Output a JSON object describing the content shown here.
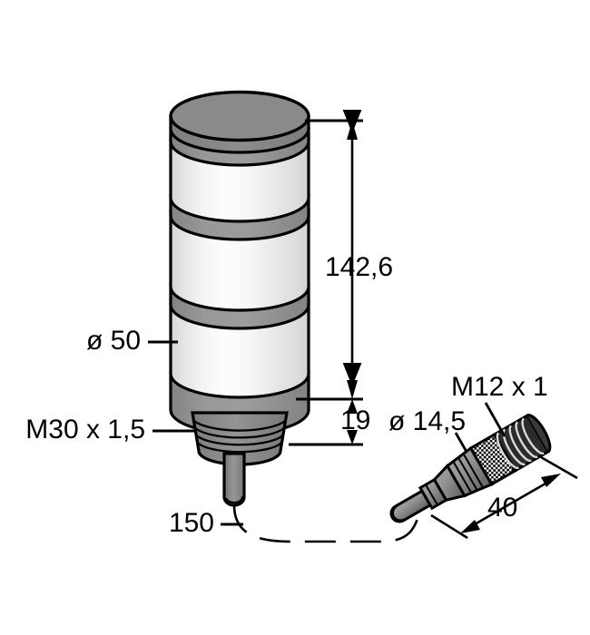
{
  "drawing": {
    "title": "Tower light stack with M12 connector dimensional drawing",
    "units": "mm",
    "background_color": "#ffffff",
    "line_color": "#000000"
  },
  "colors": {
    "outline": "#000000",
    "cap_gray": "#878787",
    "band_gray": "#919191",
    "body_light": "#f2f2f2",
    "body_edge": "#d9d9d9",
    "thread_gray": "#8c8c8c",
    "cable_gray": "#8a8a8a",
    "connector_gray": "#8f8f8f",
    "knurl_dark": "#1a1a1a"
  },
  "device": {
    "name": "tower-light",
    "segment_count": 3,
    "band_count": 4
  },
  "connector": {
    "name": "m12-connector",
    "type": "M12 x 1 male straight"
  },
  "dimensions": {
    "total_height": "142,6",
    "base_height": "19",
    "body_diameter": "ø 50",
    "base_thread": "M30 x 1,5",
    "cable_length": "150",
    "connector_thread": "M12 x 1",
    "connector_diameter": "ø 14,5",
    "connector_length": "40"
  }
}
